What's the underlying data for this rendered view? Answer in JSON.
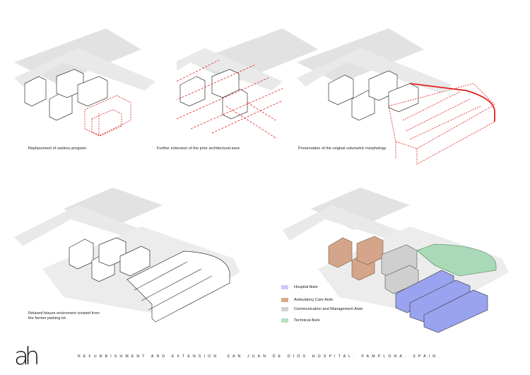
{
  "panels": [
    {
      "caption": "Replacement of useless program"
    },
    {
      "caption": "Further extension of the prior architectural axes"
    },
    {
      "caption": "Preservation of the original volumetric morphology"
    },
    {
      "caption_lines": [
        "Relaxed leisure enviroment created from",
        "the former parking lot"
      ]
    },
    {
      "caption": ""
    }
  ],
  "legend": [
    {
      "label": "Hospital Aisle",
      "color": "#c9cdf5"
    },
    {
      "label": "Ambulatory Care Aisle",
      "color": "#d9a88c"
    },
    {
      "label": "Communication and Management Aisle",
      "color": "#d2d2d2"
    },
    {
      "label": "Technical Aisle",
      "color": "#b9dfc4"
    }
  ],
  "colors": {
    "hospital": "#9aa3ef",
    "ambulatory": "#d4a58a",
    "communication": "#cfcfcf",
    "technical": "#a9d9b6",
    "dashed_red": "#e0201c",
    "ground": "#e2e2e2"
  },
  "logo": "ah",
  "footer": "Refurbishment and extension. San Juan de Dios hospital. Pamplona. Spain."
}
